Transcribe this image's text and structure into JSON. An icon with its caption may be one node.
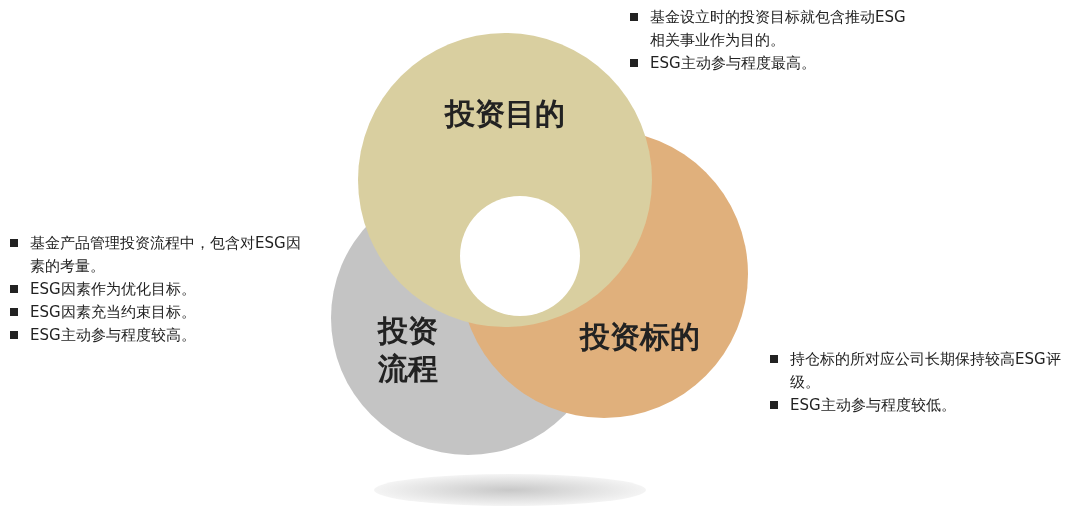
{
  "diagram": {
    "nodes": [
      {
        "text": [
          "投资目的"
        ],
        "beside": [
          "基金设立时的投资目标就包含推动ESG相关事业作为目的。",
          "ESG主动参与程度最高。"
        ]
      },
      {
        "text": [
          "投资流程"
        ],
        "beside": [
          "基金产品管理投资流程中，包含对ESG因素的考量。",
          "ESG因素作为优化目标。",
          "ESG因素充当约束目标。",
          "ESG主动参与程度较高。"
        ]
      },
      {
        "text": [
          "投资标的"
        ],
        "beside": [
          "持仓标的所对应公司长期保持较高ESG评级。",
          "ESG主动参与程度较低。"
        ]
      }
    ]
  }
}
